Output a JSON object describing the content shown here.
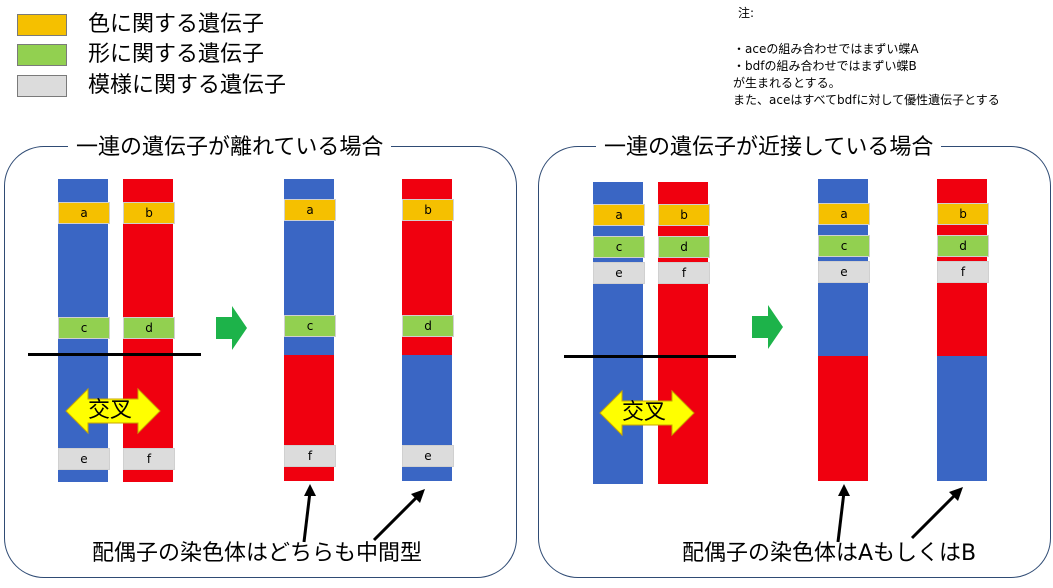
{
  "legend": {
    "items": [
      {
        "label": "色に関する遺伝子",
        "color": "#f5c000"
      },
      {
        "label": "形に関する遺伝子",
        "color": "#92d050"
      },
      {
        "label": "模様に関する遺伝子",
        "color": "#dcdcdc"
      }
    ]
  },
  "note": {
    "heading": "注:",
    "lines": [
      "・aceの組み合わせではまずい蝶A",
      "・bdfの組み合わせではまずい蝶B",
      "が生まれるとする。",
      "また、aceはすべてbdfに対して優性遺伝子とする"
    ]
  },
  "panel_left": {
    "title": "一連の遺伝子が離れている場合",
    "cross_label": "交叉",
    "caption": "配偶子の染色体はどちらも中間型"
  },
  "panel_right": {
    "title": "一連の遺伝子が近接している場合",
    "cross_label": "交叉",
    "caption": "配偶子の染色体はAもしくはB"
  },
  "genes": {
    "a": "a",
    "b": "b",
    "c": "c",
    "d": "d",
    "e": "e",
    "f": "f"
  },
  "colors": {
    "blue": "#3a66c4",
    "red": "#f0000f",
    "arrow_green": "#1db34a",
    "cross_arrow_yellow": "#ffff00"
  }
}
